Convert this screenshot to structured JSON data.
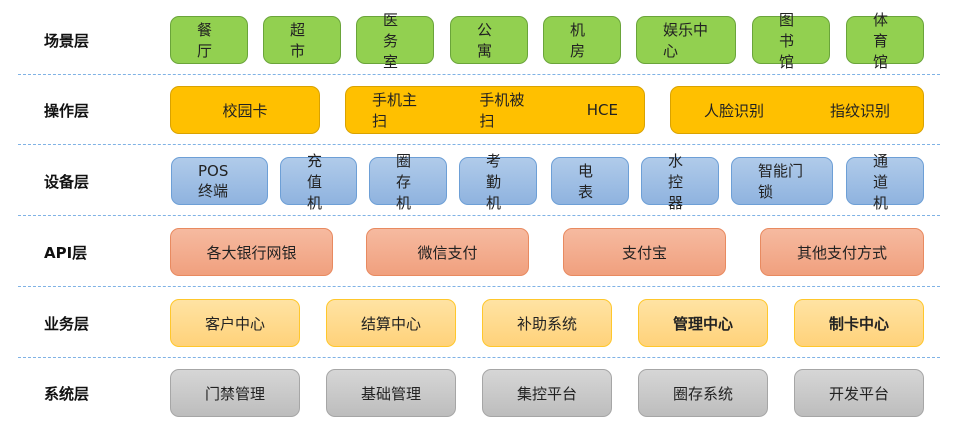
{
  "layers": [
    {
      "label": "场景层",
      "items": [
        "餐厅",
        "超市",
        "医务室",
        "公寓",
        "机房",
        "娱乐中心",
        "图书馆",
        "体育馆"
      ]
    },
    {
      "label": "操作层",
      "groups": [
        [
          "校园卡"
        ],
        [
          "手机主扫",
          "手机被扫",
          "HCE"
        ],
        [
          "人脸识别",
          "指纹识别"
        ]
      ]
    },
    {
      "label": "设备层",
      "items": [
        "POS终端",
        "充值机",
        "圈存机",
        "考勤机",
        "电表",
        "水控器",
        "智能门锁",
        "通道机"
      ]
    },
    {
      "label": "API层",
      "items": [
        "各大银行网银",
        "微信支付",
        "支付宝",
        "其他支付方式"
      ]
    },
    {
      "label": "业务层",
      "items": [
        "客户中心",
        "结算中心",
        "补助系统",
        "管理中心",
        "制卡中心"
      ]
    },
    {
      "label": "系统层",
      "items": [
        "门禁管理",
        "基础管理",
        "集控平台",
        "圈存系统",
        "开发平台"
      ]
    }
  ],
  "colors": {
    "scene": "#92d050",
    "operation": "#ffc000",
    "device": "#9dbde4",
    "api": "#f3ac8c",
    "business": "#ffd98a",
    "system": "#c9c9c9",
    "divider": "#7fb2e5"
  }
}
